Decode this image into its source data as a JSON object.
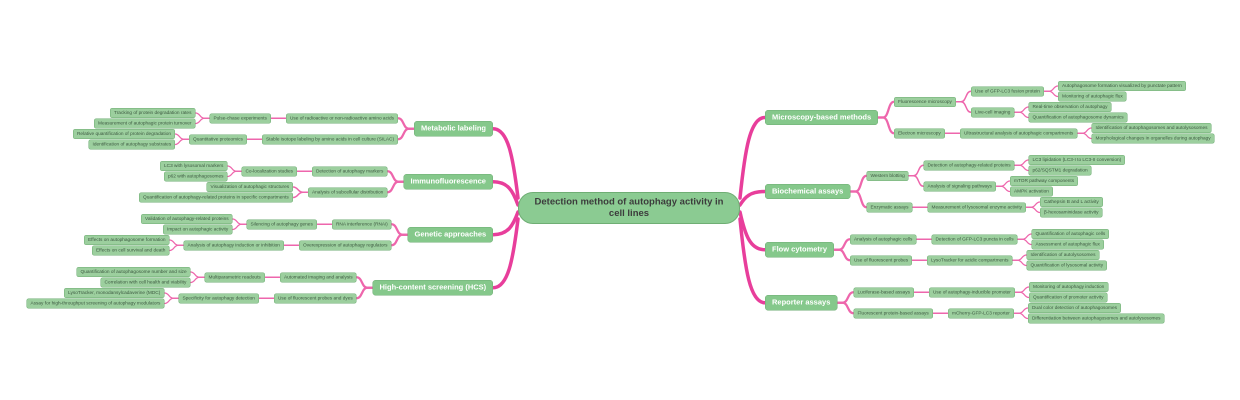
{
  "title": "Detection method of autophagy activity in cell lines",
  "colors": {
    "background": "#ffffff",
    "node_fill": "#9ccf9e",
    "node_border": "#6fae74",
    "node_text": "#3e5a42",
    "branch_fill": "#85c88b",
    "branch_text": "#ffffff",
    "center_fill": "#8bcb92",
    "center_text": "#3c3c3c",
    "link_main": "#e83e9b",
    "link_sub": "#ee66ac"
  },
  "mindmap": {
    "left": [
      {
        "label": "Metabolic labeling",
        "children": [
          {
            "label": "Use of radioactive or non-radioactive amino acids",
            "children": [
              {
                "label": "Pulse-chase experiments",
                "children": [
                  {
                    "label": "Tracking of protein degradation rates"
                  },
                  {
                    "label": "Measurement of autophagic protein turnover"
                  }
                ]
              }
            ]
          },
          {
            "label": "Stable isotope labeling by amino acids in cell culture (SILAC)",
            "children": [
              {
                "label": "Quantitative proteomics",
                "children": [
                  {
                    "label": "Relative quantification of protein degradation"
                  },
                  {
                    "label": "Identification of autophagy substrates"
                  }
                ]
              }
            ]
          }
        ]
      },
      {
        "label": "Immunofluorescence",
        "children": [
          {
            "label": "Detection of autophagy markers",
            "children": [
              {
                "label": "Co-localization studies",
                "children": [
                  {
                    "label": "LC3 with lysosomal markers"
                  },
                  {
                    "label": "p62 with autophagosomes"
                  }
                ]
              }
            ]
          },
          {
            "label": "Analysis of subcellular distribution",
            "children": [
              {
                "label": "Visualization of autophagic structures"
              },
              {
                "label": "Quantification of autophagy-related proteins in specific compartments"
              }
            ]
          }
        ]
      },
      {
        "label": "Genetic approaches",
        "children": [
          {
            "label": "RNA interference (RNAi)",
            "children": [
              {
                "label": "Silencing of autophagy genes",
                "children": [
                  {
                    "label": "Validation of autophagy-related proteins"
                  },
                  {
                    "label": "Impact on autophagic activity"
                  }
                ]
              }
            ]
          },
          {
            "label": "Overexpression of autophagy regulators",
            "children": [
              {
                "label": "Analysis of autophagy induction or inhibition",
                "children": [
                  {
                    "label": "Effects on autophagosome formation"
                  },
                  {
                    "label": "Effects on cell survival and death"
                  }
                ]
              }
            ]
          }
        ]
      },
      {
        "label": "High-content screening (HCS)",
        "children": [
          {
            "label": "Automated imaging and analysis",
            "children": [
              {
                "label": "Multiparametric readouts",
                "children": [
                  {
                    "label": "Quantification of autophagosome number and size"
                  },
                  {
                    "label": "Correlation with cell health and viability"
                  }
                ]
              }
            ]
          },
          {
            "label": "Use of fluorescent probes and dyes",
            "children": [
              {
                "label": "Specificity for autophagy detection",
                "children": [
                  {
                    "label": "LysoTracker, monodansylcadaverine (MDC)"
                  },
                  {
                    "label": "Assay for high-throughput screening of autophagy modulators"
                  }
                ]
              }
            ]
          }
        ]
      }
    ],
    "right": [
      {
        "label": "Microscopy-based methods",
        "children": [
          {
            "label": "Fluorescence microscopy",
            "children": [
              {
                "label": "Use of GFP-LC3 fusion protein",
                "children": [
                  {
                    "label": "Autophagosome formation visualized by punctate pattern"
                  },
                  {
                    "label": "Monitoring of autophagic flux"
                  }
                ]
              },
              {
                "label": "Live-cell imaging",
                "children": [
                  {
                    "label": "Real-time observation of autophagy"
                  },
                  {
                    "label": "Quantification of autophagosome dynamics"
                  }
                ]
              }
            ]
          },
          {
            "label": "Electron microscopy",
            "children": [
              {
                "label": "Ultrastructural analysis of autophagic compartments",
                "children": [
                  {
                    "label": "Identification of autophagosomes and autolysosomes"
                  },
                  {
                    "label": "Morphological changes in organelles during autophagy"
                  }
                ]
              }
            ]
          }
        ]
      },
      {
        "label": "Biochemical assays",
        "children": [
          {
            "label": "Western blotting",
            "children": [
              {
                "label": "Detection of autophagy-related proteins",
                "children": [
                  {
                    "label": "LC3 lipidation (LC3-I to LC3-II conversion)"
                  },
                  {
                    "label": "p62/SQSTM1 degradation"
                  }
                ]
              },
              {
                "label": "Analysis of signaling pathways",
                "children": [
                  {
                    "label": "mTOR pathway components"
                  },
                  {
                    "label": "AMPK activation"
                  }
                ]
              }
            ]
          },
          {
            "label": "Enzymatic assays",
            "children": [
              {
                "label": "Measurement of lysosomal enzyme activity",
                "children": [
                  {
                    "label": "Cathepsin B and L activity"
                  },
                  {
                    "label": "β-hexosaminidase activity"
                  }
                ]
              }
            ]
          }
        ]
      },
      {
        "label": "Flow cytometry",
        "children": [
          {
            "label": "Analysis of autophagic cells",
            "children": [
              {
                "label": "Detection of GFP-LC3 puncta in cells",
                "children": [
                  {
                    "label": "Quantification of autophagic cells"
                  },
                  {
                    "label": "Assessment of autophagic flux"
                  }
                ]
              }
            ]
          },
          {
            "label": "Use of fluorescent probes",
            "children": [
              {
                "label": "LysoTracker for acidic compartments",
                "children": [
                  {
                    "label": "Identification of autolysosomes"
                  },
                  {
                    "label": "Quantification of lysosomal activity"
                  }
                ]
              }
            ]
          }
        ]
      },
      {
        "label": "Reporter assays",
        "children": [
          {
            "label": "Luciferase-based assays",
            "children": [
              {
                "label": "Use of autophagy-inducible promoter",
                "children": [
                  {
                    "label": "Monitoring of autophagy induction"
                  },
                  {
                    "label": "Quantification of promoter activity"
                  }
                ]
              }
            ]
          },
          {
            "label": "Fluorescent protein-based assays",
            "children": [
              {
                "label": "mCherry-GFP-LC3 reporter",
                "children": [
                  {
                    "label": "Dual color detection of autophagosomes"
                  },
                  {
                    "label": "Differentiation between autophagosomes and autolysosomes"
                  }
                ]
              }
            ]
          }
        ]
      }
    ]
  }
}
